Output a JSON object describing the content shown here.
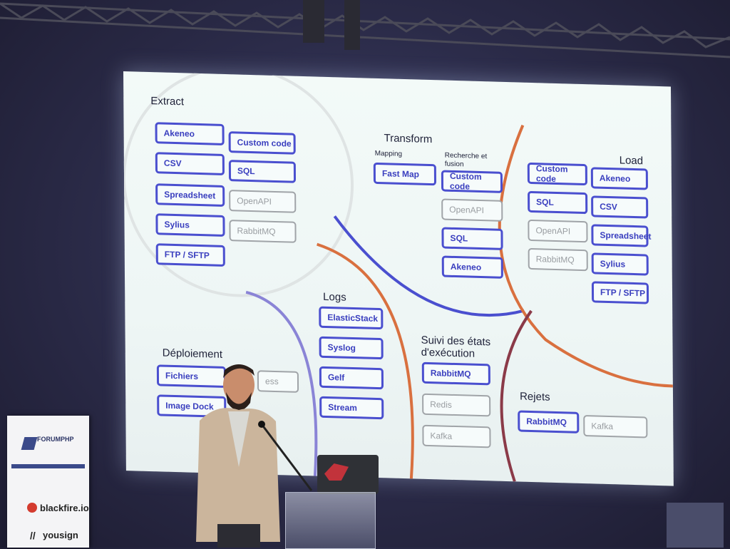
{
  "slide": {
    "sections": {
      "extract": "Extract",
      "transform": "Transform",
      "load": "Load",
      "logs": "Logs",
      "deploiement": "Déploiement",
      "suivi": "Suivi des états d'exécution",
      "rejets": "Rejets"
    },
    "transform_sub": {
      "mapping": "Mapping",
      "recherche": "Recherche et fusion"
    },
    "extract_tags": [
      "Akeneo",
      "Custom code",
      "CSV",
      "SQL",
      "Spreadsheet",
      "OpenAPI",
      "Sylius",
      "RabbitMQ",
      "FTP / SFTP"
    ],
    "transform_tags": [
      "Fast Map",
      "Custom code",
      "OpenAPI",
      "SQL",
      "Akeneo"
    ],
    "load_tags": [
      "Custom code",
      "Akeneo",
      "SQL",
      "CSV",
      "OpenAPI",
      "Spreadsheet",
      "RabbitMQ",
      "Sylius",
      "FTP / SFTP"
    ],
    "logs_tags": [
      "ElasticStack",
      "Syslog",
      "Gelf",
      "Stream"
    ],
    "deploiement_tags": [
      "Fichiers",
      "Image Dock",
      "ess"
    ],
    "suivi_tags": [
      "RabbitMQ",
      "Redis",
      "Kafka"
    ],
    "rejets_tags": [
      "RabbitMQ",
      "Kafka"
    ]
  },
  "banner": {
    "logo_text": "FORUMPHP",
    "sponsors": [
      "blackfire.io",
      "yousign"
    ]
  },
  "colors": {
    "tag_border": "#4a4fcf",
    "arc_orange": "#d9703f",
    "arc_blue": "#4a4fcf",
    "arc_purple": "#8a84d6",
    "arc_maroon": "#8b3a48"
  }
}
